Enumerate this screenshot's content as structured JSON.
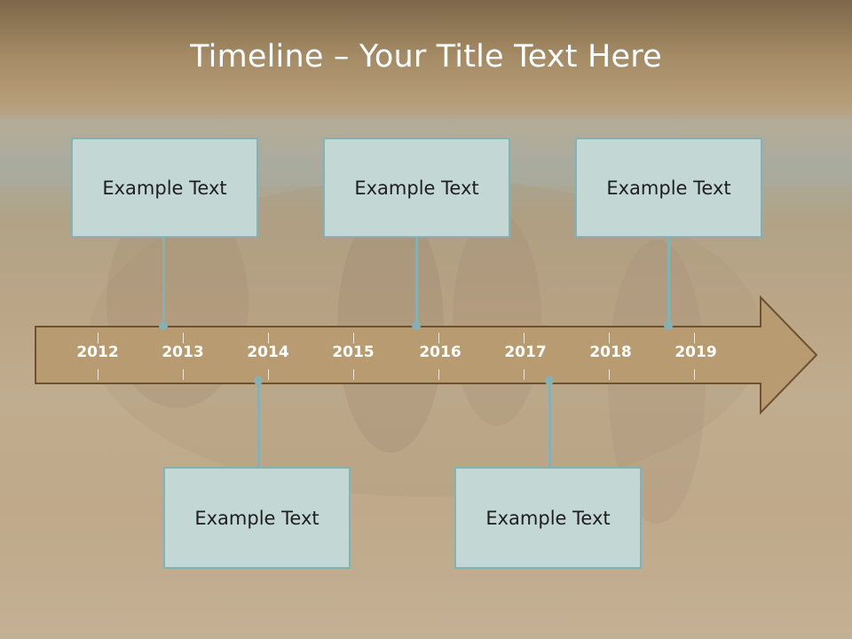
{
  "slide": {
    "title": "Timeline – Your Title Text Here"
  },
  "timeline": {
    "years": [
      "2012",
      "2013",
      "2014",
      "2015",
      "2016",
      "2017",
      "2018",
      "2019"
    ],
    "events": [
      {
        "text": "Example Text",
        "position": "above"
      },
      {
        "text": "Example Text",
        "position": "above"
      },
      {
        "text": "Example Text",
        "position": "above"
      },
      {
        "text": "Example Text",
        "position": "below"
      },
      {
        "text": "Example Text",
        "position": "below"
      }
    ]
  },
  "colors": {
    "arrow_fill": "#b89b70",
    "arrow_stroke": "#6e5130",
    "box_fill": "#c3d7d5",
    "box_border": "#86b0b2",
    "title_text": "#ffffff"
  }
}
